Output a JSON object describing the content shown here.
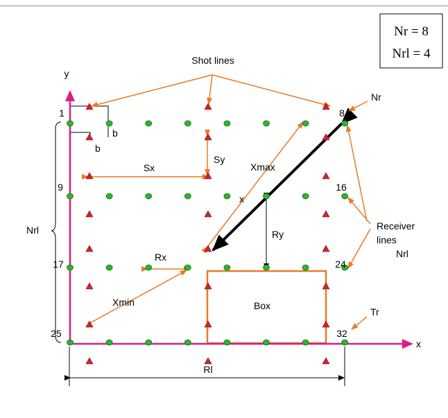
{
  "legend_box": {
    "nr": "Nr = 8",
    "nrl": "Nrl = 4"
  },
  "axes": {
    "x": "x",
    "y": "y"
  },
  "receiver_numbers": {
    "r1": "1",
    "r8": "8",
    "r9": "9",
    "r16": "16",
    "r17": "17",
    "r24": "24",
    "r25": "25",
    "r32": "32"
  },
  "labels": {
    "shot_lines": "Shot lines",
    "nr": "Nr",
    "b_horizontal": "b",
    "b_vertical": "b",
    "sx": "Sx",
    "sy": "Sy",
    "xmax": "Xmax",
    "x_small": "x",
    "ry": "Ry",
    "rx": "Rx",
    "xmin": "Xmin",
    "box": "Box",
    "nrl_left": "Nrl",
    "receiver_lines": "Receiver",
    "receiver_lines_2": "lines",
    "nrl_right": "Nrl",
    "tr": "Tr",
    "rl": "Rl"
  },
  "colors": {
    "axis": "#e0188a",
    "arrow": "#e97a23",
    "box": "#e97a23",
    "receiver": "#2db52d",
    "shot": "#d8202a",
    "dimension": "#000000"
  }
}
